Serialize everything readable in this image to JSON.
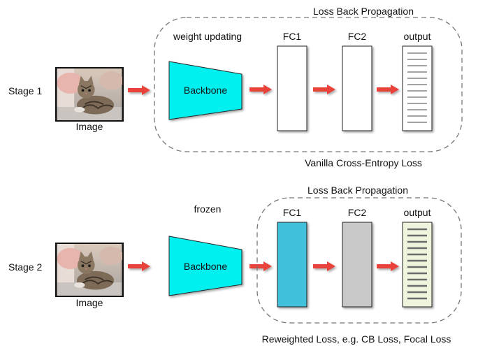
{
  "stage1": {
    "label": "Stage 1",
    "image_caption": "Image",
    "backbone_label": "Backbone",
    "backbone_note": "weight updating",
    "fc1_label": "FC1",
    "fc2_label": "FC2",
    "output_label": "output",
    "top_label": "Loss Back Propagation",
    "bottom_label": "Vanilla Cross-Entropy Loss"
  },
  "stage2": {
    "label": "Stage 2",
    "image_caption": "Image",
    "backbone_label": "Backbone",
    "backbone_note": "frozen",
    "fc1_label": "FC1",
    "fc2_label": "FC2",
    "output_label": "output",
    "top_label": "Loss Back Propagation",
    "bottom_label": "Reweighted Loss, e.g. CB Loss, Focal Loss"
  },
  "colors": {
    "backbone": "#00f0f0",
    "arrow": "#e8423a",
    "fc1_stage2": "#40c0da",
    "fc2_stage2": "#c8c8c8",
    "output_stage2": "#eef5dc",
    "dashed_border": "#777777"
  },
  "icons": {
    "image": "cat-photo-icon",
    "arrow": "right-arrow-icon"
  }
}
